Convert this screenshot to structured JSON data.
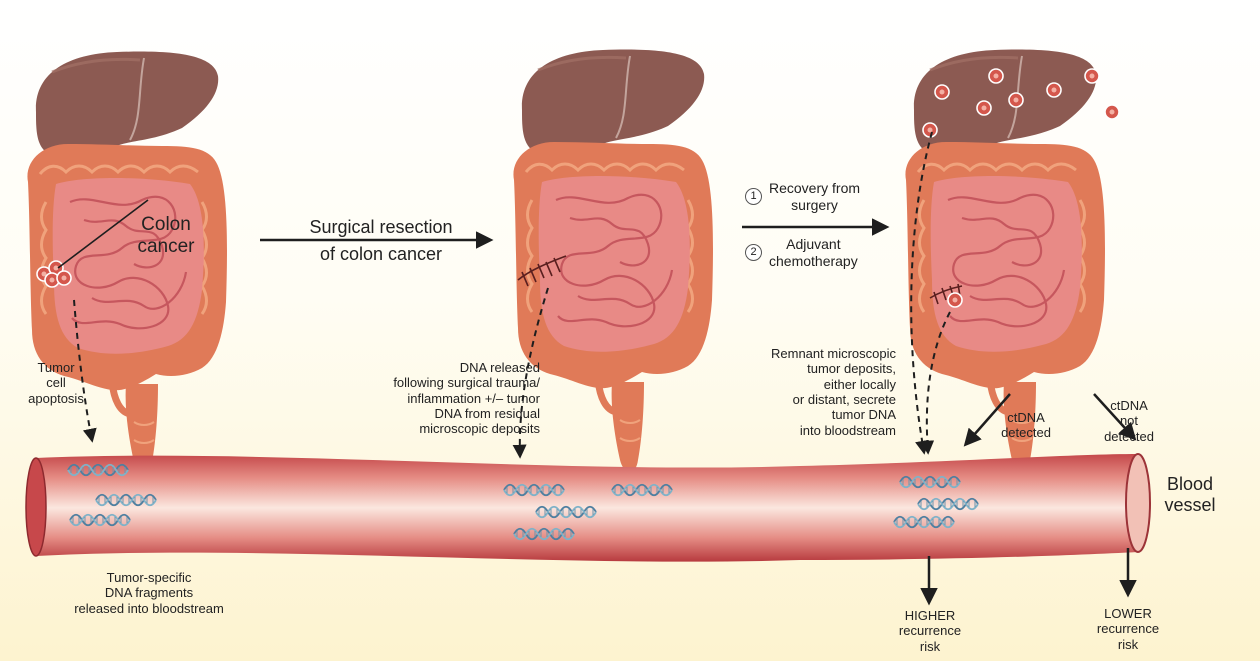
{
  "labels": {
    "colon_cancer": "Colon\ncancer",
    "tumor_apoptosis": "Tumor\ncell\napoptosis",
    "tumor_fragments": "Tumor-specific\nDNA fragments\nreleased into bloodstream",
    "surgical_resection": "Surgical resection\nof colon cancer",
    "dna_released": "DNA released\nfollowing surgical trauma/\ninflammation +/– tumor\nDNA from residual\nmicroscopic deposits",
    "recovery_num": "1",
    "recovery": "Recovery from\nsurgery",
    "chemo_num": "2",
    "chemo": "Adjuvant\nchemotherapy",
    "remnant": "Remnant microscopic\ntumor deposits,\neither locally\nor distant, secrete\ntumor DNA\ninto bloodstream",
    "ctdna_detected": "ctDNA\ndetected",
    "ctdna_not_detected": "ctDNA\nnot\ndetected",
    "blood_vessel": "Blood\nvessel",
    "higher_risk": "HIGHER\nrecurrence\nrisk",
    "lower_risk": "LOWER\nrecurrence\nrisk"
  },
  "colors": {
    "liver": "#8c5a52",
    "colon": "#e07a58",
    "intestine": "#e88a86",
    "vessel": "#dc6a62",
    "tumor": "#d4574c"
  }
}
